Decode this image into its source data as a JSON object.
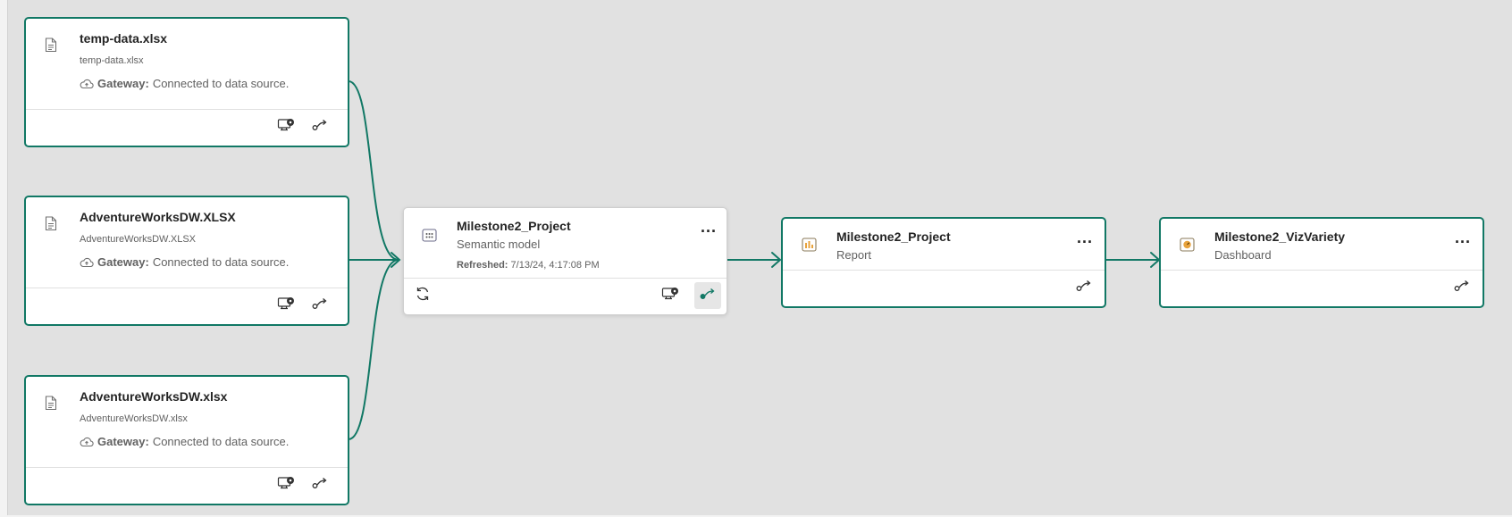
{
  "sources": [
    {
      "title": "temp-data.xlsx",
      "subtitle": "temp-data.xlsx",
      "gateway_label": "Gateway:",
      "gateway_status": "Connected to data source."
    },
    {
      "title": "AdventureWorksDW.XLSX",
      "subtitle": "AdventureWorksDW.XLSX",
      "gateway_label": "Gateway:",
      "gateway_status": "Connected to data source."
    },
    {
      "title": "AdventureWorksDW.xlsx",
      "subtitle": "AdventureWorksDW.xlsx",
      "gateway_label": "Gateway:",
      "gateway_status": "Connected to data source."
    }
  ],
  "semantic_model": {
    "title": "Milestone2_Project",
    "type": "Semantic model",
    "refreshed_label": "Refreshed:",
    "refreshed_value": "7/13/24, 4:17:08 PM",
    "more": "..."
  },
  "report": {
    "title": "Milestone2_Project",
    "type": "Report",
    "more": "..."
  },
  "dashboard": {
    "title": "Milestone2_VizVariety",
    "type": "Dashboard",
    "more": "..."
  },
  "colors": {
    "accent": "#117865",
    "canvas": "#e1e1e1"
  }
}
